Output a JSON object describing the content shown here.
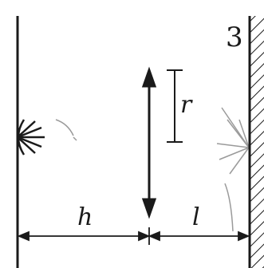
{
  "figure": {
    "number": "3",
    "labels": {
      "left_gap": "h",
      "right_gap": "l",
      "radius": "r"
    },
    "colors": {
      "ink": "#1a1a1a",
      "faint_ink": "#9a9a9a"
    }
  }
}
